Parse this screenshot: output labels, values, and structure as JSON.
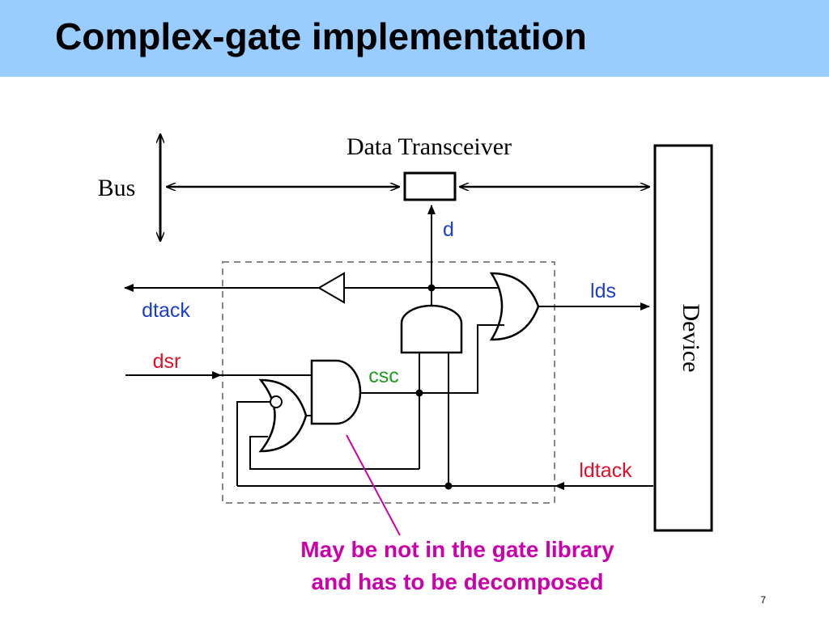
{
  "slide": {
    "title": "Complex-gate implementation",
    "page_number": "7"
  },
  "diagram": {
    "data_transceiver_label": "Data Transceiver",
    "bus_label": "Bus",
    "device_label": "Device",
    "signals": {
      "d": "d",
      "dtack": "dtack",
      "dsr": "dsr",
      "csc": "csc",
      "lds": "lds",
      "ldtack": "ldtack"
    },
    "note_line1": "May be not in the gate library",
    "note_line2": "and has to be decomposed"
  },
  "colors": {
    "title_bar": "#99ccff",
    "blue_signal": "#1a3fcc",
    "red_signal": "#e0102a",
    "green_signal": "#229922",
    "annotation": "#cc00aa"
  }
}
